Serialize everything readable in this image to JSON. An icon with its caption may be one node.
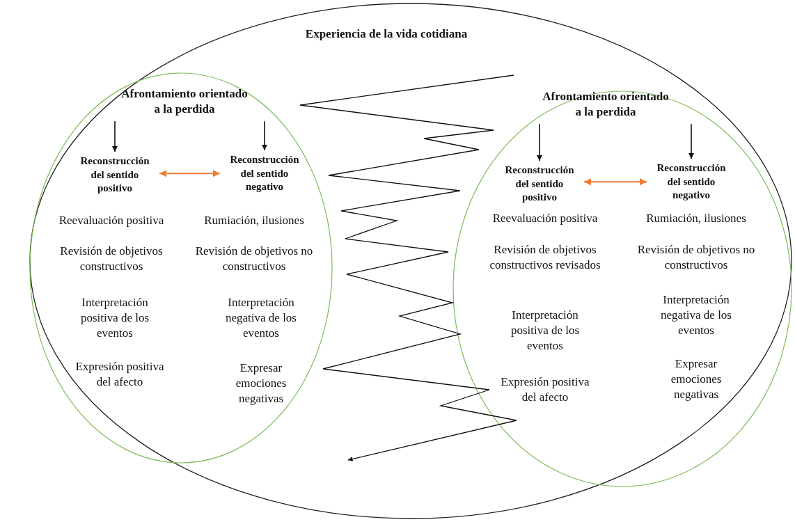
{
  "diagram": {
    "nodes": [
      {
        "text": [
          "Experiencia de la vida cotidiana"
        ]
      },
      {
        "text": [],
        "shape": "ellipse",
        "in": 0
      },
      {
        "text": [
          "Afrontamiento orientado a la perdida"
        ],
        "in": 1
      },
      {
        "text": [
          "Reconstrucción del sentido positivo"
        ],
        "in": 1
      },
      {
        "text": [
          "Reconstrucción del sentido negativo"
        ],
        "in": 1
      },
      {
        "text": [],
        "shape": "ellipse",
        "in": 0
      },
      {
        "text": [
          "Afrontamiento orientado a la perdida"
        ],
        "in": 5
      },
      {
        "text": [
          "Reconstrucción del sentido positivo"
        ],
        "in": 5
      },
      {
        "text": [
          "Reconstrucción del sentido negativo"
        ],
        "in": 5
      }
    ],
    "edges": [
      {
        "from": 2,
        "to": 3,
        "arrow": "to"
      },
      {
        "from": 2,
        "to": 4,
        "arrow": "to"
      },
      {
        "from": 3,
        "to": 4,
        "arrow": "both",
        "color": "#ed7d31"
      },
      {
        "from": 6,
        "to": 7,
        "arrow": "to"
      },
      {
        "from": 6,
        "to": 8,
        "arrow": "to"
      },
      {
        "from": 7,
        "to": 8,
        "arrow": "both",
        "color": "#ed7d31"
      }
    ],
    "labels": [
      "Reevaluación positiva",
      "Rumiación, ilusiones",
      "Revisión de objetivos constructivos",
      "Revisión de objetivos no constructivos",
      "Interpretación positiva de los eventos",
      "Interpretación negativa de los eventos",
      "Expresión positiva del afecto",
      "Expresar emociones negativas",
      "Reevaluación positiva",
      "Rumiación, ilusiones",
      "Revisión de objetivos constructivos revisados",
      "Revisión de objetivos no constructivos",
      "Interpretación positiva de los eventos",
      "Interpretación negativa de los eventos",
      "Expresión positiva del afecto",
      "Expresar emociones negativas"
    ]
  }
}
